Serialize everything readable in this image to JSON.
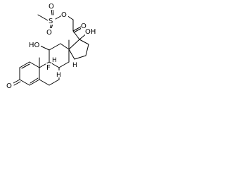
{
  "molecule": {
    "atoms": {
      "o_ester": "O",
      "s_sulfonyl": "S",
      "o_sulfonyl_top": "O",
      "o_sulfonyl_bottom": "O",
      "o_ketone": "O",
      "oh_c11": "HO",
      "oh_c17": "OH",
      "h_c9": "H",
      "f_c9": "F",
      "h_c14": "H",
      "h_c8": "H",
      "o_c3": "O"
    }
  }
}
